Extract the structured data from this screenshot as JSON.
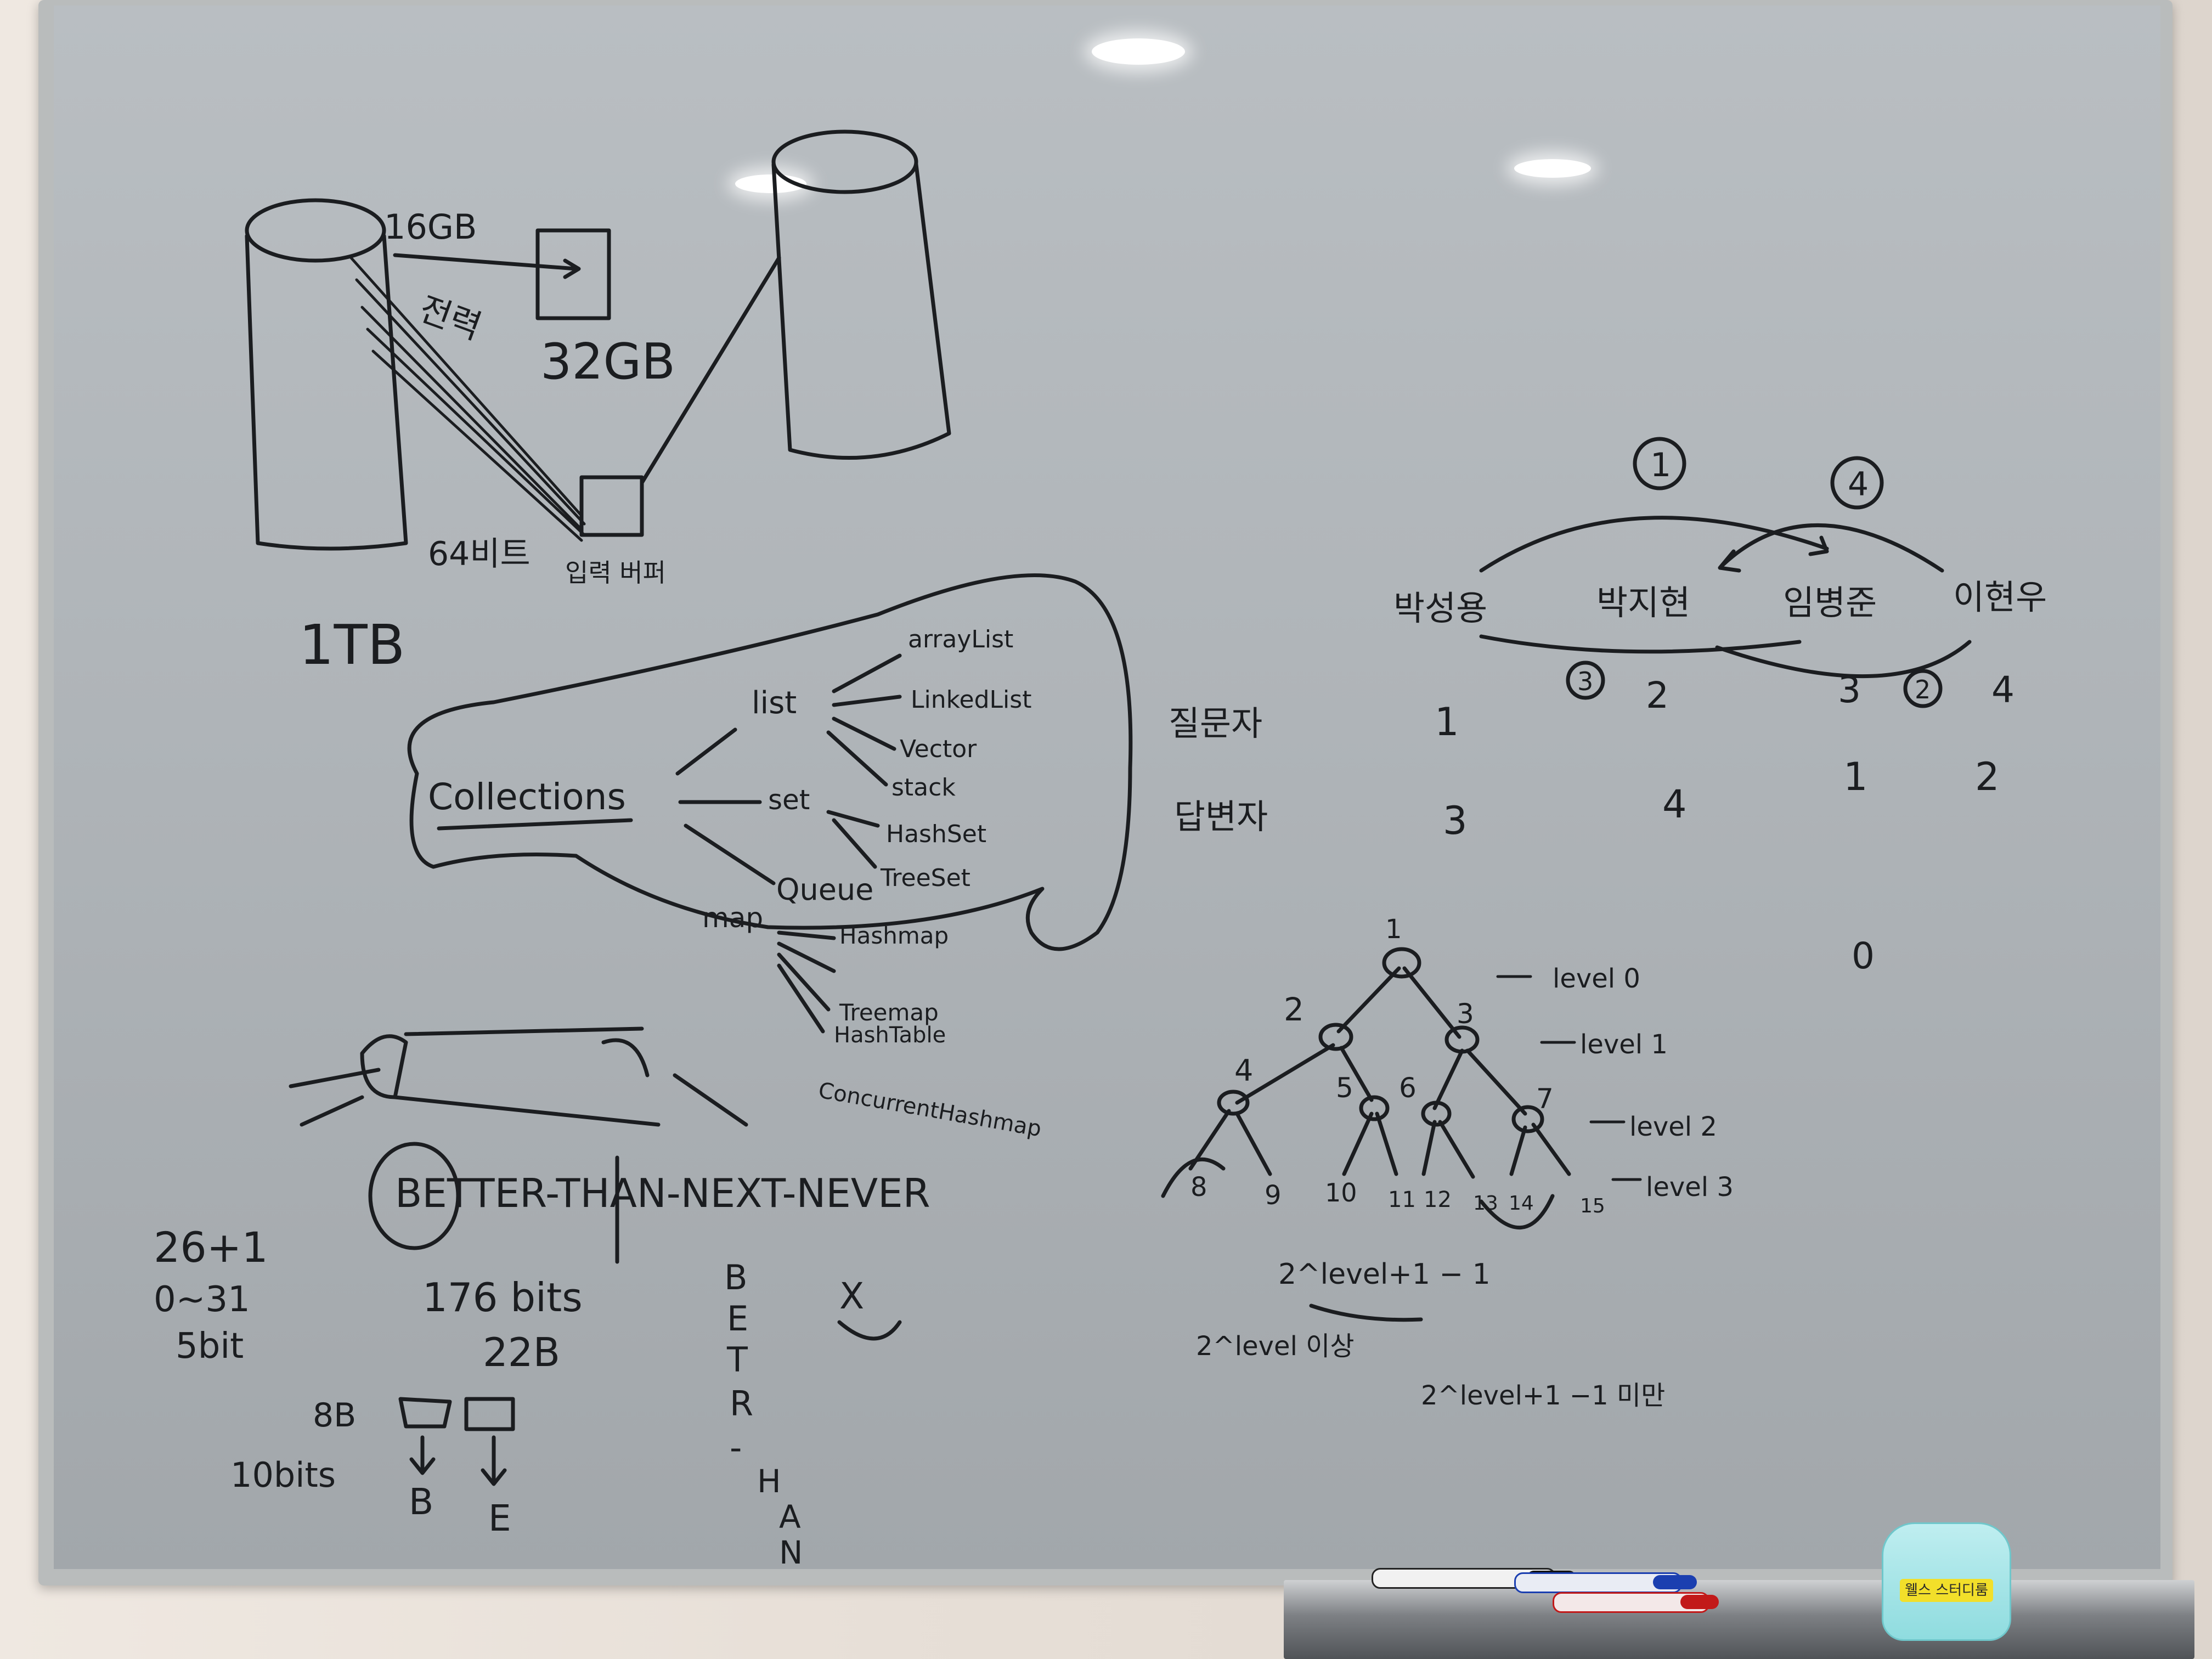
{
  "storage_sketch": {
    "label_16gb": "16GB",
    "label_jeongryeok": "전력",
    "label_32gb": "32GB",
    "label_64bit": "64비트",
    "label_input_buffer": "입력 버퍼",
    "label_1tb": "1TB"
  },
  "collections_sketch": {
    "root": "Collections",
    "list": "list",
    "set": "set",
    "queue": "Queue",
    "map": "map",
    "list_items": [
      "arrayList",
      "LinkedList",
      "Vector",
      "stack"
    ],
    "set_items": [
      "HashSet",
      "TreeSet"
    ],
    "map_items": [
      "Hashmap",
      "Treemap",
      "HashTable",
      "ConcurrentHashmap"
    ]
  },
  "presentation_order": {
    "circled_numbers": [
      "1",
      "4",
      "3",
      "2"
    ],
    "names": [
      "박성용",
      "박지현",
      "임병준",
      "이현우"
    ],
    "row_top": [
      "",
      "2",
      "3",
      "4"
    ],
    "row_labels": [
      "질문자",
      "답변자"
    ],
    "questioner": [
      "1",
      "",
      "1",
      "2"
    ],
    "answerer": [
      "3",
      "4",
      "",
      ""
    ],
    "extra_zero": "0"
  },
  "binary_tree": {
    "nodes": [
      "1",
      "2",
      "3",
      "4",
      "5",
      "6",
      "7",
      "8",
      "9",
      "10",
      "11",
      "12",
      "13",
      "14",
      "15"
    ],
    "levels": [
      "level 0",
      "level 1",
      "level 2",
      "level 3"
    ],
    "formula_top": "2^level+1 − 1",
    "formula_bottom": [
      "2^level 이상",
      "2^level+1 −1 미만"
    ]
  },
  "bit_encoding": {
    "phrase": "BETTER-THAN-NEXT-NEVER",
    "count": "26+1",
    "range": "0~31",
    "bits": "5bit",
    "total_bits": "176 bits",
    "total_bytes": "22B",
    "byte_label": "8B",
    "ten_bits": "10bits",
    "decoded": [
      "B",
      "E"
    ],
    "vertical_letters": [
      "B",
      "E",
      "T",
      "R",
      "-",
      "H",
      "A",
      "N"
    ],
    "mark": "X"
  },
  "tray": {
    "eraser_label": "웰스 스터디룸"
  },
  "colors": {
    "ink": "#1b1d20",
    "board": "#b0b5b9",
    "marker_blue": "#1b3fb0",
    "marker_red": "#c21919"
  }
}
